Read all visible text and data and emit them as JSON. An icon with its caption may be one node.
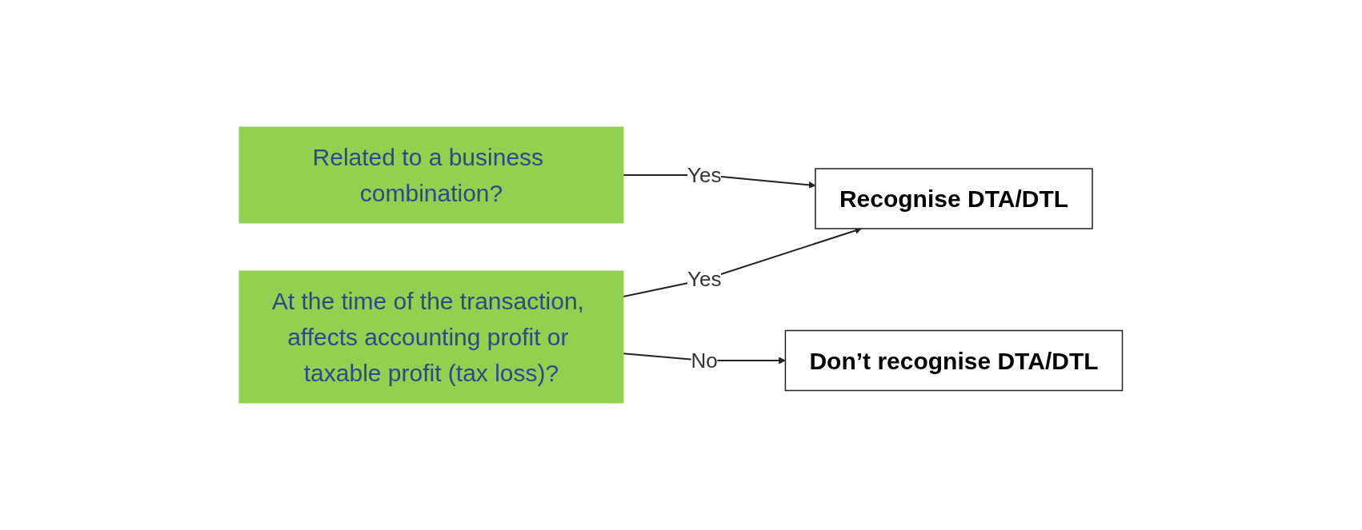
{
  "diagram": {
    "nodes": [
      {
        "text": [
          "Related to a business combination?"
        ]
      },
      {
        "text": [
          "Recognise DTA/DTL"
        ]
      },
      {
        "text": [
          "At the time of the transaction, affects accounting profit or taxable profit (tax loss)?"
        ]
      },
      {
        "text": [
          "Don’t recognise DTA/DTL"
        ]
      }
    ],
    "edges": [
      {
        "from": 0,
        "to": 1,
        "arrow": "to",
        "label": "Yes"
      },
      {
        "from": 2,
        "to": 1,
        "arrow": "to",
        "label": "Yes"
      },
      {
        "from": 2,
        "to": 3,
        "arrow": "to",
        "label": "No"
      }
    ]
  }
}
